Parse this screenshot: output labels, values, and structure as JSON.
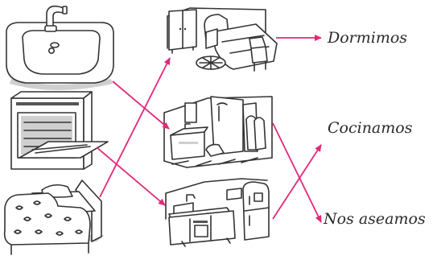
{
  "left_items": [
    {
      "icon": "sink-icon"
    },
    {
      "icon": "oven-icon"
    },
    {
      "icon": "bed-icon"
    }
  ],
  "rooms": [
    {
      "icon": "bedroom-icon"
    },
    {
      "icon": "bathroom-icon"
    },
    {
      "icon": "kitchen-icon"
    }
  ],
  "labels": {
    "sleep": "Dormimos",
    "cook": "Cocinamos",
    "wash": "Nos aseamos"
  },
  "connections": [
    {
      "from": "sink-icon",
      "to": "bathroom-icon"
    },
    {
      "from": "oven-icon",
      "to": "kitchen-icon"
    },
    {
      "from": "bed-icon",
      "to": "bedroom-icon"
    },
    {
      "from": "bedroom-icon",
      "to": "Dormimos"
    },
    {
      "from": "bathroom-icon",
      "to": "Nos aseamos"
    },
    {
      "from": "kitchen-icon",
      "to": "Cocinamos"
    }
  ],
  "colors": {
    "arrow": "#e3287a",
    "ink": "#333333"
  }
}
